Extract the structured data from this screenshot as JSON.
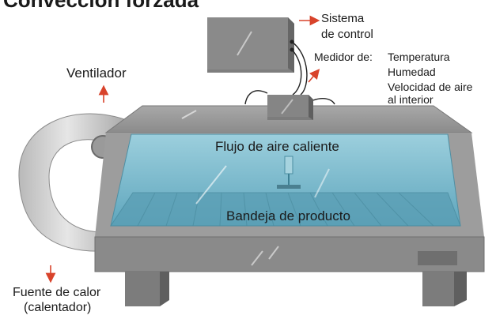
{
  "title": "Convección forzada",
  "labels": {
    "control_system_line1": "Sistema",
    "control_system_line2": "de control",
    "meter_prefix": "Medidor de:",
    "meter_temperature": "Temperatura",
    "meter_humidity": "Humedad",
    "meter_air_speed_line1": "Velocidad de aire",
    "meter_air_speed_line2": "al interior",
    "fan": "Ventilador",
    "hot_air_flow": "Flujo de aire caliente",
    "product_tray": "Bandeja de producto",
    "heat_source_line1": "Fuente de calor",
    "heat_source_line2": "(calentador)"
  },
  "colors": {
    "arrow": "#d8432b",
    "chamber_water": "#6fb3c9",
    "body_gray": "#8f8f8f"
  }
}
